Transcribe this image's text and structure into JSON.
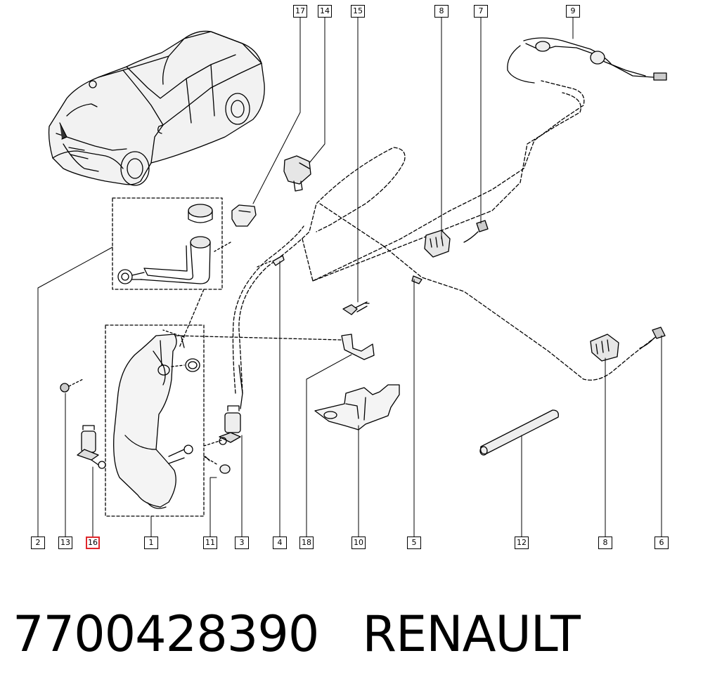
{
  "callouts_top": [
    "17",
    "14",
    "15",
    "8",
    "7",
    "9"
  ],
  "callouts_bottom": [
    "2",
    "13",
    "16",
    "1",
    "11",
    "3",
    "4",
    "18",
    "10",
    "5",
    "12",
    "8",
    "6"
  ],
  "highlighted_callout": "16",
  "footer": {
    "part_number": "7700428390",
    "brand": "RENAULT"
  }
}
